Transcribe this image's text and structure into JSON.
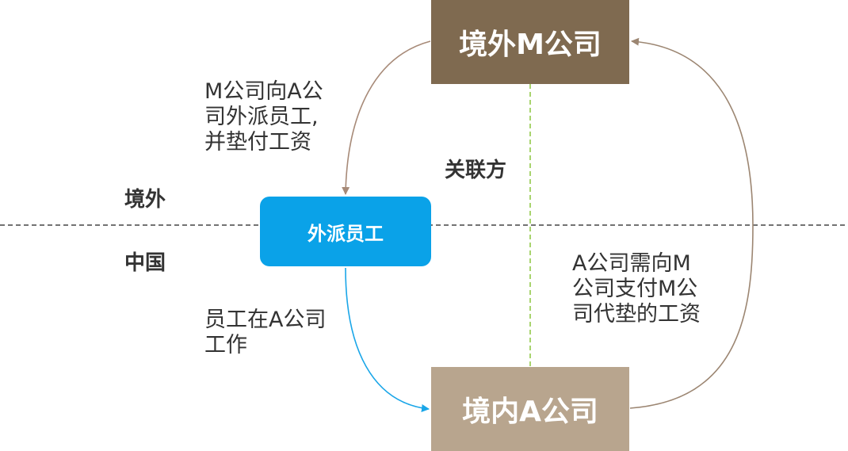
{
  "diagram": {
    "box_overseas_m": "境外M公司",
    "box_domestic_a": "境内A公司",
    "box_expat": "外派员工",
    "label_overseas": "境外",
    "label_china": "中国",
    "label_related": "关联方",
    "note_dispatch": "M公司向A公\n司外派员工,\n并垫付工资",
    "note_work": "员工在A公司\n工作",
    "note_payment": "A公司需向M\n公司支付M公\n司代垫的工资",
    "colors": {
      "overseas_box": "#7f6a50",
      "domestic_box": "#b8a58e",
      "expat_box": "#0aa2e8",
      "related_line": "#8cc63f"
    }
  }
}
